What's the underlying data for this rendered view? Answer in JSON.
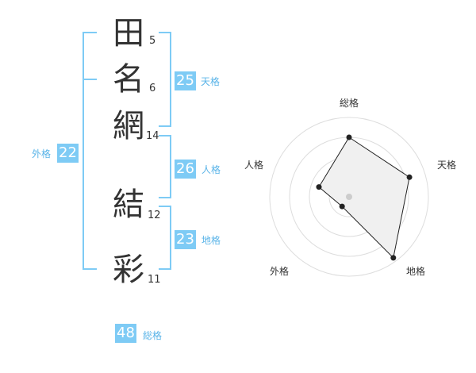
{
  "name": [
    {
      "char": "田",
      "strokes": "5"
    },
    {
      "char": "名",
      "strokes": "6"
    },
    {
      "char": "網",
      "strokes": "14"
    },
    {
      "char": "結",
      "strokes": "12"
    },
    {
      "char": "彩",
      "strokes": "11"
    }
  ],
  "grades": {
    "tenkaku": {
      "value": "25",
      "label": "天格"
    },
    "jinkaku": {
      "value": "26",
      "label": "人格"
    },
    "chikaku": {
      "value": "23",
      "label": "地格"
    },
    "gaikaku": {
      "value": "22",
      "label": "外格"
    },
    "soukaku": {
      "value": "48",
      "label": "総格"
    }
  },
  "colors": {
    "accent": "#7ecbf5",
    "label": "#5ab4e8",
    "text": "#333333"
  },
  "chart_data": {
    "type": "radar",
    "axes": [
      "総格",
      "天格",
      "地格",
      "外格",
      "人格"
    ],
    "values": [
      0.75,
      0.8,
      0.95,
      0.15,
      0.4
    ],
    "range": [
      0,
      1
    ],
    "rings": 4
  }
}
